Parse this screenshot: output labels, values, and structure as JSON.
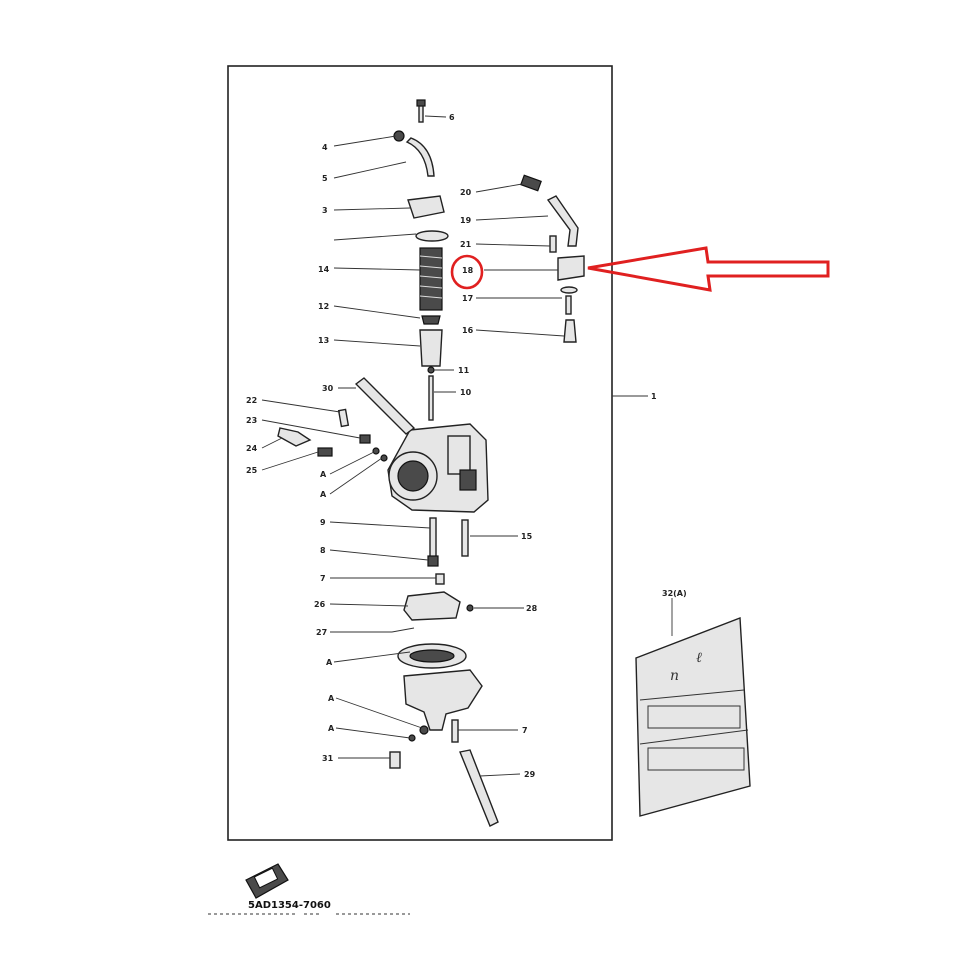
{
  "callouts": [
    {
      "id": "c6",
      "text": "6"
    },
    {
      "id": "c4",
      "text": "4"
    },
    {
      "id": "c5",
      "text": "5"
    },
    {
      "id": "c3",
      "text": "3"
    },
    {
      "id": "c14",
      "text": "14"
    },
    {
      "id": "c12",
      "text": "12"
    },
    {
      "id": "c13",
      "text": "13"
    },
    {
      "id": "c11",
      "text": "11"
    },
    {
      "id": "c10",
      "text": "10"
    },
    {
      "id": "c30",
      "text": "30"
    },
    {
      "id": "c22",
      "text": "22"
    },
    {
      "id": "c23",
      "text": "23"
    },
    {
      "id": "c24",
      "text": "24"
    },
    {
      "id": "c25",
      "text": "25"
    },
    {
      "id": "cA1",
      "text": "A"
    },
    {
      "id": "cA2",
      "text": "A"
    },
    {
      "id": "c9",
      "text": "9"
    },
    {
      "id": "c8",
      "text": "8"
    },
    {
      "id": "c7a",
      "text": "7"
    },
    {
      "id": "c26",
      "text": "26"
    },
    {
      "id": "c27",
      "text": "27"
    },
    {
      "id": "cA3",
      "text": "A"
    },
    {
      "id": "cA4",
      "text": "A"
    },
    {
      "id": "cA5",
      "text": "A"
    },
    {
      "id": "c31",
      "text": "31"
    },
    {
      "id": "c20",
      "text": "20"
    },
    {
      "id": "c19",
      "text": "19"
    },
    {
      "id": "c21",
      "text": "21"
    },
    {
      "id": "c18",
      "text": "18"
    },
    {
      "id": "c17",
      "text": "17"
    },
    {
      "id": "c16",
      "text": "16"
    },
    {
      "id": "c1",
      "text": "1"
    },
    {
      "id": "c15",
      "text": "15"
    },
    {
      "id": "c28",
      "text": "28"
    },
    {
      "id": "c7b",
      "text": "7"
    },
    {
      "id": "c29",
      "text": "29"
    },
    {
      "id": "c32",
      "text": "32(A)"
    }
  ],
  "caption": "5AD1354-7060",
  "highlight": {
    "label": "18",
    "color": "#e02020"
  },
  "arrow_color": "#e02020",
  "colors": {
    "ink": "#222222",
    "background": "#ffffff"
  }
}
